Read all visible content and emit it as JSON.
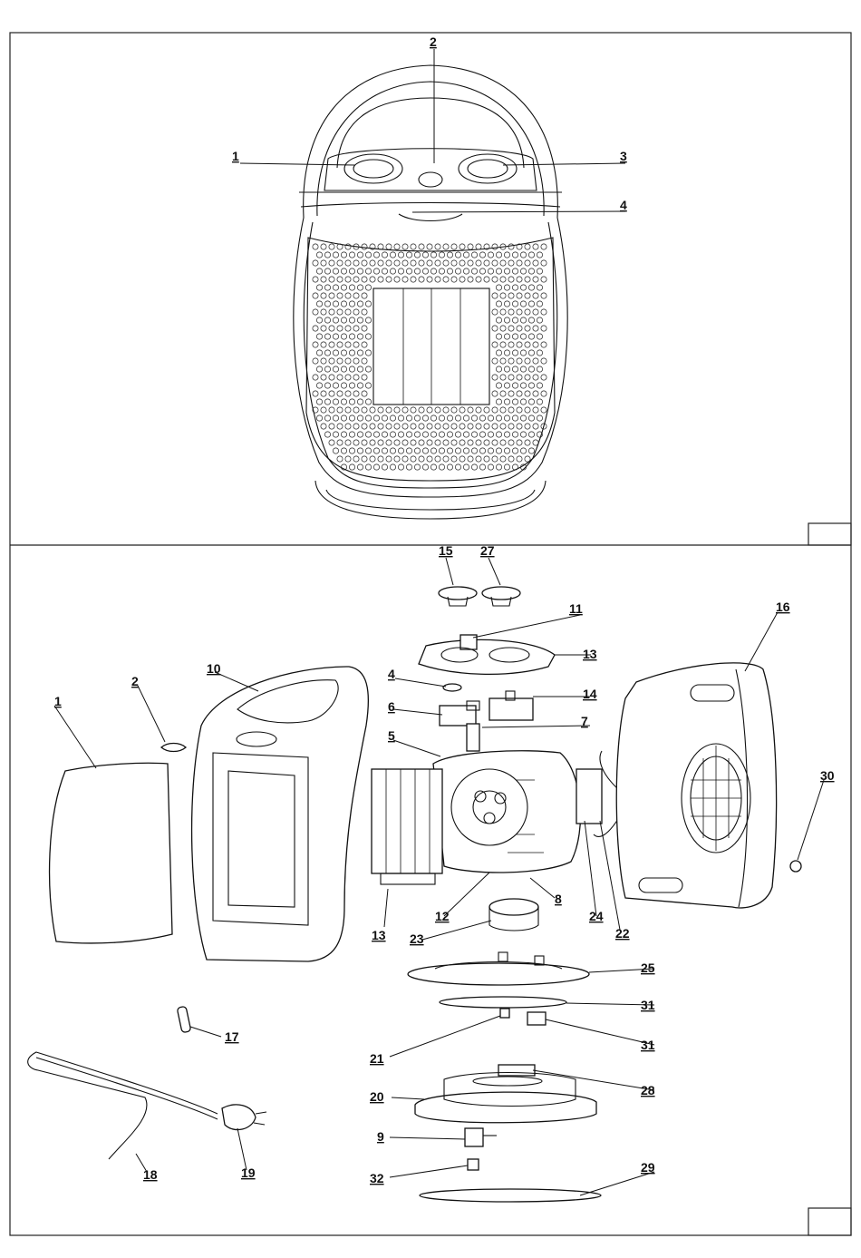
{
  "top_view": {
    "callouts": [
      "1",
      "2",
      "3",
      "4"
    ]
  },
  "exploded_view": {
    "callouts": [
      "15",
      "27",
      "11",
      "13",
      "16",
      "2",
      "10",
      "4",
      "14",
      "1",
      "6",
      "7",
      "5",
      "30",
      "8",
      "12",
      "13",
      "24",
      "22",
      "23",
      "25",
      "31",
      "17",
      "31",
      "21",
      "28",
      "20",
      "18",
      "19",
      "9",
      "32",
      "29"
    ]
  },
  "colors": {
    "line": "#111111",
    "background": "#ffffff"
  }
}
